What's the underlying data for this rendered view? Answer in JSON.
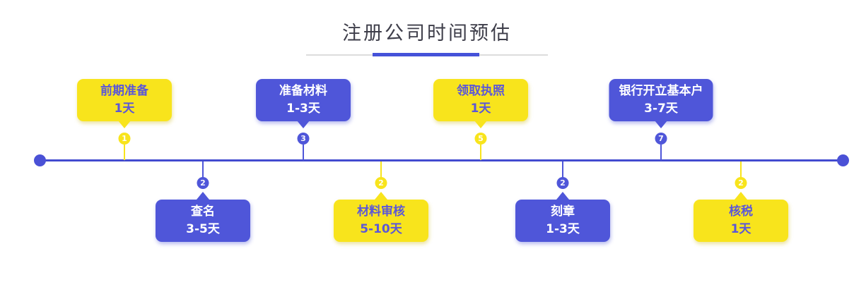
{
  "title": "注册公司时间预估",
  "colors": {
    "accent_blue": "#4f56d9",
    "accent_yellow": "#f8e41c",
    "axis_blue": "#424bd0",
    "yellow_bubble_text": "#5b57d8",
    "blue_bubble_text": "#ffffff",
    "title_text": "#3e3e4a",
    "underline_gray": "#dcdcdc"
  },
  "timeline": {
    "items": [
      {
        "step": "1",
        "label": "前期准备",
        "duration": "1天",
        "color": "yellow",
        "side": "above"
      },
      {
        "step": "2",
        "label": "查名",
        "duration": "3-5天",
        "color": "blue",
        "side": "below"
      },
      {
        "step": "3",
        "label": "准备材料",
        "duration": "1-3天",
        "color": "blue",
        "side": "above"
      },
      {
        "step": "2",
        "label": "材料审核",
        "duration": "5-10天",
        "color": "yellow",
        "side": "below"
      },
      {
        "step": "5",
        "label": "领取执照",
        "duration": "1天",
        "color": "yellow",
        "side": "above"
      },
      {
        "step": "2",
        "label": "刻章",
        "duration": "1-3天",
        "color": "blue",
        "side": "below"
      },
      {
        "step": "7",
        "label": "银行开立基本户",
        "duration": "3-7天",
        "color": "blue",
        "side": "above"
      },
      {
        "step": "2",
        "label": "核税",
        "duration": "1天",
        "color": "yellow",
        "side": "below"
      }
    ]
  }
}
